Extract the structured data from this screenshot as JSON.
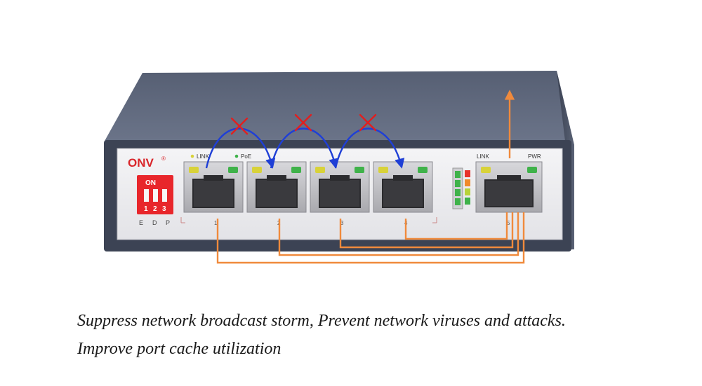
{
  "device": {
    "brand": "ONV",
    "brand_mark": "®",
    "dip_switch": {
      "on_label": "ON",
      "numbers": [
        "1",
        "2",
        "3"
      ],
      "mode_letters": [
        "E",
        "D",
        "P"
      ]
    },
    "legend": {
      "link": "LINK",
      "poe": "PoE"
    },
    "port_numbers": [
      "1",
      "2",
      "3",
      "4",
      "5"
    ],
    "uplink_labels": {
      "link": "LINK",
      "pwr": "PWR"
    }
  },
  "captions": {
    "line1": "Suppress network broadcast storm, Prevent network viruses and attacks.",
    "line2": "Improve port cache utilization"
  },
  "colors": {
    "blocked_path": "#1f3fd6",
    "block_mark": "#e02020",
    "uplink_path": "#f08a3c",
    "dip_switch": "#e8262b",
    "led_yellow": "#d8d23a",
    "led_green": "#3fb24a"
  }
}
